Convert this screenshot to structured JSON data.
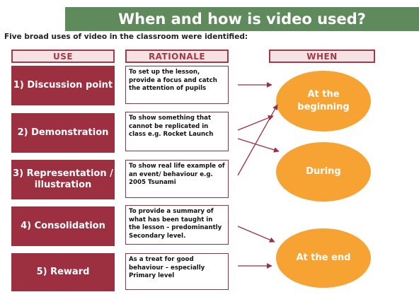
{
  "title": "When and how is video used?",
  "intro": "Five broad uses of video in the classroom were identified:",
  "headers": {
    "use": "USE",
    "rationale": "RATIONALE",
    "when": "WHEN"
  },
  "rows": [
    {
      "use": "1) Discussion point",
      "rationale": "To set up the lesson, provide a focus and catch the attention of pupils"
    },
    {
      "use": "2) Demonstration",
      "rationale": "To show something that cannot be replicated in class e.g. Rocket Launch"
    },
    {
      "use": "3) Representation / illustration",
      "rationale": "To show real life example of an event/ behaviour e.g. 2005 Tsunami"
    },
    {
      "use": "4) Consolidation",
      "rationale": "To provide a summary of what has been taught in the lesson – predominantly Secondary level."
    },
    {
      "use": "5) Reward",
      "rationale": "As a treat for good behaviour – especially Primary level"
    }
  ],
  "when": [
    {
      "label": "At the beginning"
    },
    {
      "label": "During"
    },
    {
      "label": "At the end"
    }
  ],
  "colors": {
    "banner": "#5f8a5b",
    "use_box": "#9c2f40",
    "oval": "#f7a333",
    "arrow": "#9c2f40"
  }
}
